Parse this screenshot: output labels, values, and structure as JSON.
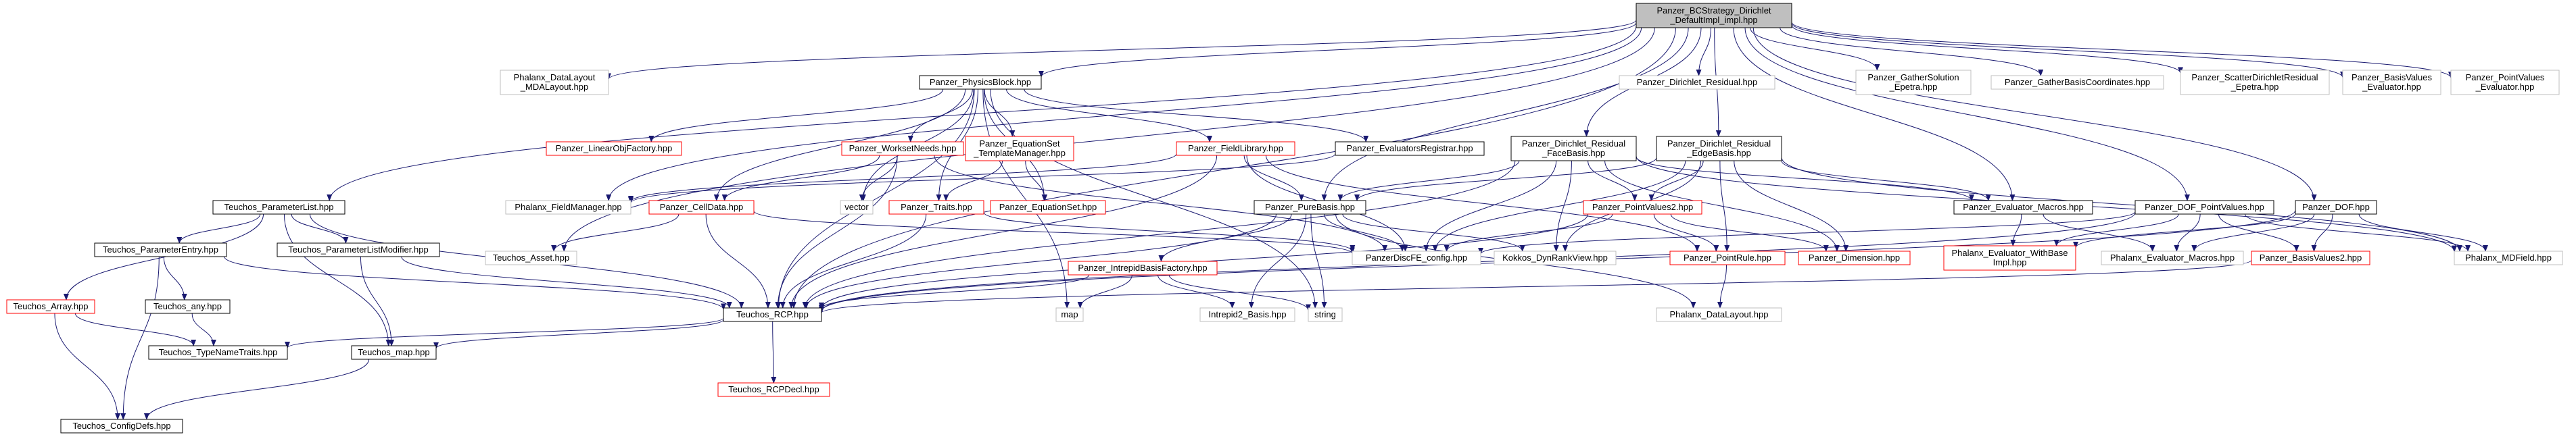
{
  "nodes": [
    {
      "id": "root",
      "label": "Panzer_BCStrategy_Dirichlet\n_DefaultImpl_impl.hpp",
      "style": "root"
    },
    {
      "id": "phalanx_dl_mda",
      "label": "Phalanx_DataLayout\n_MDALayout.hpp",
      "style": "gray"
    },
    {
      "id": "physicsblock",
      "label": "Panzer_PhysicsBlock.hpp",
      "style": "black"
    },
    {
      "id": "dirichlet_residual",
      "label": "Panzer_Dirichlet_Residual.hpp",
      "style": "gray"
    },
    {
      "id": "gather_solution",
      "label": "Panzer_GatherSolution\n_Epetra.hpp",
      "style": "gray"
    },
    {
      "id": "gather_basis_coords",
      "label": "Panzer_GatherBasisCoordinates.hpp",
      "style": "gray"
    },
    {
      "id": "scatter_dirichlet",
      "label": "Panzer_ScatterDirichletResidual\n_Epetra.hpp",
      "style": "gray"
    },
    {
      "id": "basis_values_eval",
      "label": "Panzer_BasisValues\n_Evaluator.hpp",
      "style": "gray"
    },
    {
      "id": "point_values_eval",
      "label": "Panzer_PointValues\n_Evaluator.hpp",
      "style": "gray"
    },
    {
      "id": "linear_obj_factory",
      "label": "Panzer_LinearObjFactory.hpp",
      "style": "red"
    },
    {
      "id": "workset_needs",
      "label": "Panzer_WorksetNeeds.hpp",
      "style": "red"
    },
    {
      "id": "equationset_tm",
      "label": "Panzer_EquationSet\n_TemplateManager.hpp",
      "style": "red"
    },
    {
      "id": "fieldlibrary",
      "label": "Panzer_FieldLibrary.hpp",
      "style": "red"
    },
    {
      "id": "evaluators_registrar",
      "label": "Panzer_EvaluatorsRegistrar.hpp",
      "style": "black"
    },
    {
      "id": "dirichlet_face",
      "label": "Panzer_Dirichlet_Residual\n_FaceBasis.hpp",
      "style": "black"
    },
    {
      "id": "dirichlet_edge",
      "label": "Panzer_Dirichlet_Residual\n_EdgeBasis.hpp",
      "style": "black"
    },
    {
      "id": "teuchos_parameterlist",
      "label": "Teuchos_ParameterList.hpp",
      "style": "black"
    },
    {
      "id": "phalanx_fieldmanager",
      "label": "Phalanx_FieldManager.hpp",
      "style": "gray"
    },
    {
      "id": "celldata",
      "label": "Panzer_CellData.hpp",
      "style": "red"
    },
    {
      "id": "vector",
      "label": "vector",
      "style": "gray"
    },
    {
      "id": "traits",
      "label": "Panzer_Traits.hpp",
      "style": "red"
    },
    {
      "id": "equationset",
      "label": "Panzer_EquationSet.hpp",
      "style": "red"
    },
    {
      "id": "purebasis",
      "label": "Panzer_PureBasis.hpp",
      "style": "black"
    },
    {
      "id": "pointvalues2",
      "label": "Panzer_PointValues2.hpp",
      "style": "red"
    },
    {
      "id": "evaluator_macros",
      "label": "Panzer_Evaluator_Macros.hpp",
      "style": "black"
    },
    {
      "id": "dof_pointvalues",
      "label": "Panzer_DOF_PointValues.hpp",
      "style": "black"
    },
    {
      "id": "dof",
      "label": "Panzer_DOF.hpp",
      "style": "black"
    },
    {
      "id": "teuchos_parameterentry",
      "label": "Teuchos_ParameterEntry.hpp",
      "style": "black"
    },
    {
      "id": "teuchos_plmodifier",
      "label": "Teuchos_ParameterListModifier.hpp",
      "style": "black"
    },
    {
      "id": "teuchos_asset",
      "label": "Teuchos_Asset.hpp",
      "style": "gray"
    },
    {
      "id": "discfe_config",
      "label": "PanzerDiscFE_config.hpp",
      "style": "gray"
    },
    {
      "id": "kokkos_dynrankview",
      "label": "Kokkos_DynRankView.hpp",
      "style": "gray"
    },
    {
      "id": "pointrule",
      "label": "Panzer_PointRule.hpp",
      "style": "red"
    },
    {
      "id": "dimension",
      "label": "Panzer_Dimension.hpp",
      "style": "red"
    },
    {
      "id": "phalanx_evaluator_withbase",
      "label": "Phalanx_Evaluator_WithBase\nImpl.hpp",
      "style": "red"
    },
    {
      "id": "phalanx_evaluator_macros",
      "label": "Phalanx_Evaluator_Macros.hpp",
      "style": "gray"
    },
    {
      "id": "basisvalues2",
      "label": "Panzer_BasisValues2.hpp",
      "style": "red"
    },
    {
      "id": "phalanx_mdfield",
      "label": "Phalanx_MDField.hpp",
      "style": "gray"
    },
    {
      "id": "intrepid_basis_factory",
      "label": "Panzer_IntrepidBasisFactory.hpp",
      "style": "red"
    },
    {
      "id": "teuchos_array",
      "label": "Teuchos_Array.hpp",
      "style": "red"
    },
    {
      "id": "teuchos_any",
      "label": "Teuchos_any.hpp",
      "style": "black"
    },
    {
      "id": "teuchos_rcp",
      "label": "Teuchos_RCP.hpp",
      "style": "black"
    },
    {
      "id": "map",
      "label": "map",
      "style": "gray"
    },
    {
      "id": "intrepid2_basis",
      "label": "Intrepid2_Basis.hpp",
      "style": "gray"
    },
    {
      "id": "string",
      "label": "string",
      "style": "gray"
    },
    {
      "id": "phalanx_datalayout",
      "label": "Phalanx_DataLayout.hpp",
      "style": "gray"
    },
    {
      "id": "teuchos_typenametraits",
      "label": "Teuchos_TypeNameTraits.hpp",
      "style": "black"
    },
    {
      "id": "teuchos_map",
      "label": "Teuchos_map.hpp",
      "style": "black"
    },
    {
      "id": "teuchos_rcpdecl",
      "label": "Teuchos_RCPDecl.hpp",
      "style": "red"
    },
    {
      "id": "teuchos_configdefs",
      "label": "Teuchos_ConfigDefs.hpp",
      "style": "black"
    }
  ],
  "edges": [
    [
      "root",
      "phalanx_dl_mda"
    ],
    [
      "root",
      "physicsblock"
    ],
    [
      "root",
      "dirichlet_residual"
    ],
    [
      "root",
      "gather_solution"
    ],
    [
      "root",
      "gather_basis_coords"
    ],
    [
      "root",
      "scatter_dirichlet"
    ],
    [
      "root",
      "basis_values_eval"
    ],
    [
      "root",
      "point_values_eval"
    ],
    [
      "root",
      "dirichlet_face"
    ],
    [
      "root",
      "dirichlet_edge"
    ],
    [
      "root",
      "teuchos_parameterlist"
    ],
    [
      "root",
      "phalanx_fieldmanager"
    ],
    [
      "root",
      "teuchos_asset"
    ],
    [
      "root",
      "teuchos_rcp"
    ],
    [
      "root",
      "purebasis"
    ],
    [
      "root",
      "evaluator_macros"
    ],
    [
      "root",
      "dof"
    ],
    [
      "root",
      "dof_pointvalues"
    ],
    [
      "physicsblock",
      "linear_obj_factory"
    ],
    [
      "physicsblock",
      "workset_needs"
    ],
    [
      "physicsblock",
      "equationset_tm"
    ],
    [
      "physicsblock",
      "fieldlibrary"
    ],
    [
      "physicsblock",
      "evaluators_registrar"
    ],
    [
      "physicsblock",
      "celldata"
    ],
    [
      "physicsblock",
      "vector"
    ],
    [
      "physicsblock",
      "traits"
    ],
    [
      "physicsblock",
      "equationset"
    ],
    [
      "physicsblock",
      "teuchos_rcp"
    ],
    [
      "physicsblock",
      "map"
    ],
    [
      "physicsblock",
      "string"
    ],
    [
      "workset_needs",
      "celldata"
    ],
    [
      "workset_needs",
      "vector"
    ],
    [
      "workset_needs",
      "teuchos_rcp"
    ],
    [
      "workset_needs",
      "discfe_config"
    ],
    [
      "equationset_tm",
      "traits"
    ],
    [
      "equationset_tm",
      "equationset"
    ],
    [
      "fieldlibrary",
      "purebasis"
    ],
    [
      "fieldlibrary",
      "phalanx_fieldmanager"
    ],
    [
      "fieldlibrary",
      "pointrule"
    ],
    [
      "fieldlibrary",
      "discfe_config"
    ],
    [
      "fieldlibrary",
      "teuchos_rcp"
    ],
    [
      "evaluators_registrar",
      "phalanx_fieldmanager"
    ],
    [
      "dirichlet_face",
      "purebasis"
    ],
    [
      "dirichlet_face",
      "pointvalues2"
    ],
    [
      "dirichlet_face",
      "evaluator_macros"
    ],
    [
      "dirichlet_face",
      "discfe_config"
    ],
    [
      "dirichlet_face",
      "kokkos_dynrankview"
    ],
    [
      "dirichlet_face",
      "dimension"
    ],
    [
      "dirichlet_face",
      "phalanx_mdfield"
    ],
    [
      "dirichlet_face",
      "teuchos_rcp"
    ],
    [
      "dirichlet_edge",
      "purebasis"
    ],
    [
      "dirichlet_edge",
      "pointvalues2"
    ],
    [
      "dirichlet_edge",
      "evaluator_macros"
    ],
    [
      "dirichlet_edge",
      "discfe_config"
    ],
    [
      "dirichlet_edge",
      "kokkos_dynrankview"
    ],
    [
      "dirichlet_edge",
      "dimension"
    ],
    [
      "dirichlet_edge",
      "phalanx_mdfield"
    ],
    [
      "dirichlet_edge",
      "pointrule"
    ],
    [
      "teuchos_parameterlist",
      "teuchos_parameterentry"
    ],
    [
      "teuchos_parameterlist",
      "teuchos_plmodifier"
    ],
    [
      "teuchos_parameterlist",
      "teuchos_array"
    ],
    [
      "teuchos_parameterlist",
      "teuchos_rcp"
    ],
    [
      "teuchos_parameterlist",
      "teuchos_map"
    ],
    [
      "celldata",
      "teuchos_asset"
    ],
    [
      "celldata",
      "teuchos_rcp"
    ],
    [
      "celldata",
      "discfe_config"
    ],
    [
      "traits",
      "teuchos_rcp"
    ],
    [
      "traits",
      "discfe_config"
    ],
    [
      "purebasis",
      "intrepid_basis_factory"
    ],
    [
      "purebasis",
      "teuchos_rcp"
    ],
    [
      "purebasis",
      "discfe_config"
    ],
    [
      "purebasis",
      "kokkos_dynrankview"
    ],
    [
      "purebasis",
      "string"
    ],
    [
      "purebasis",
      "intrepid2_basis"
    ],
    [
      "purebasis",
      "phalanx_datalayout"
    ],
    [
      "pointvalues2",
      "pointrule"
    ],
    [
      "pointvalues2",
      "dimension"
    ],
    [
      "pointvalues2",
      "discfe_config"
    ],
    [
      "pointvalues2",
      "teuchos_rcp"
    ],
    [
      "evaluator_macros",
      "phalanx_evaluator_withbase"
    ],
    [
      "evaluator_macros",
      "phalanx_evaluator_macros"
    ],
    [
      "dof_pointvalues",
      "discfe_config"
    ],
    [
      "dof_pointvalues",
      "phalanx_evaluator_withbase"
    ],
    [
      "dof_pointvalues",
      "phalanx_evaluator_macros"
    ],
    [
      "dof_pointvalues",
      "phalanx_mdfield"
    ],
    [
      "dof_pointvalues",
      "basisvalues2"
    ],
    [
      "dof_pointvalues",
      "teuchos_rcp"
    ],
    [
      "dof",
      "phalanx_evaluator_withbase"
    ],
    [
      "dof",
      "phalanx_evaluator_macros"
    ],
    [
      "dof",
      "phalanx_mdfield"
    ],
    [
      "dof",
      "basisvalues2"
    ],
    [
      "dof",
      "teuchos_rcp"
    ],
    [
      "teuchos_parameterentry",
      "teuchos_any"
    ],
    [
      "teuchos_parameterentry",
      "teuchos_rcp"
    ],
    [
      "teuchos_parameterentry",
      "teuchos_configdefs"
    ],
    [
      "teuchos_plmodifier",
      "teuchos_rcp"
    ],
    [
      "teuchos_plmodifier",
      "teuchos_map"
    ],
    [
      "pointrule",
      "phalanx_datalayout"
    ],
    [
      "basisvalues2",
      "teuchos_rcp"
    ],
    [
      "intrepid_basis_factory",
      "teuchos_rcp"
    ],
    [
      "intrepid_basis_factory",
      "map"
    ],
    [
      "intrepid_basis_factory",
      "intrepid2_basis"
    ],
    [
      "intrepid_basis_factory",
      "string"
    ],
    [
      "teuchos_array",
      "teuchos_typenametraits"
    ],
    [
      "teuchos_array",
      "teuchos_configdefs"
    ],
    [
      "teuchos_any",
      "teuchos_typenametraits"
    ],
    [
      "teuchos_rcp",
      "teuchos_typenametraits"
    ],
    [
      "teuchos_rcp",
      "teuchos_map"
    ],
    [
      "teuchos_rcp",
      "teuchos_rcpdecl"
    ],
    [
      "teuchos_map",
      "teuchos_configdefs"
    ]
  ],
  "colors": {
    "edge": "#191970",
    "black_border": "#000000",
    "red_border": "#ff0000",
    "gray_border": "#bfbfbf",
    "root_fill": "#bfbfbf",
    "node_fill": "#ffffff",
    "text": "#000000"
  }
}
